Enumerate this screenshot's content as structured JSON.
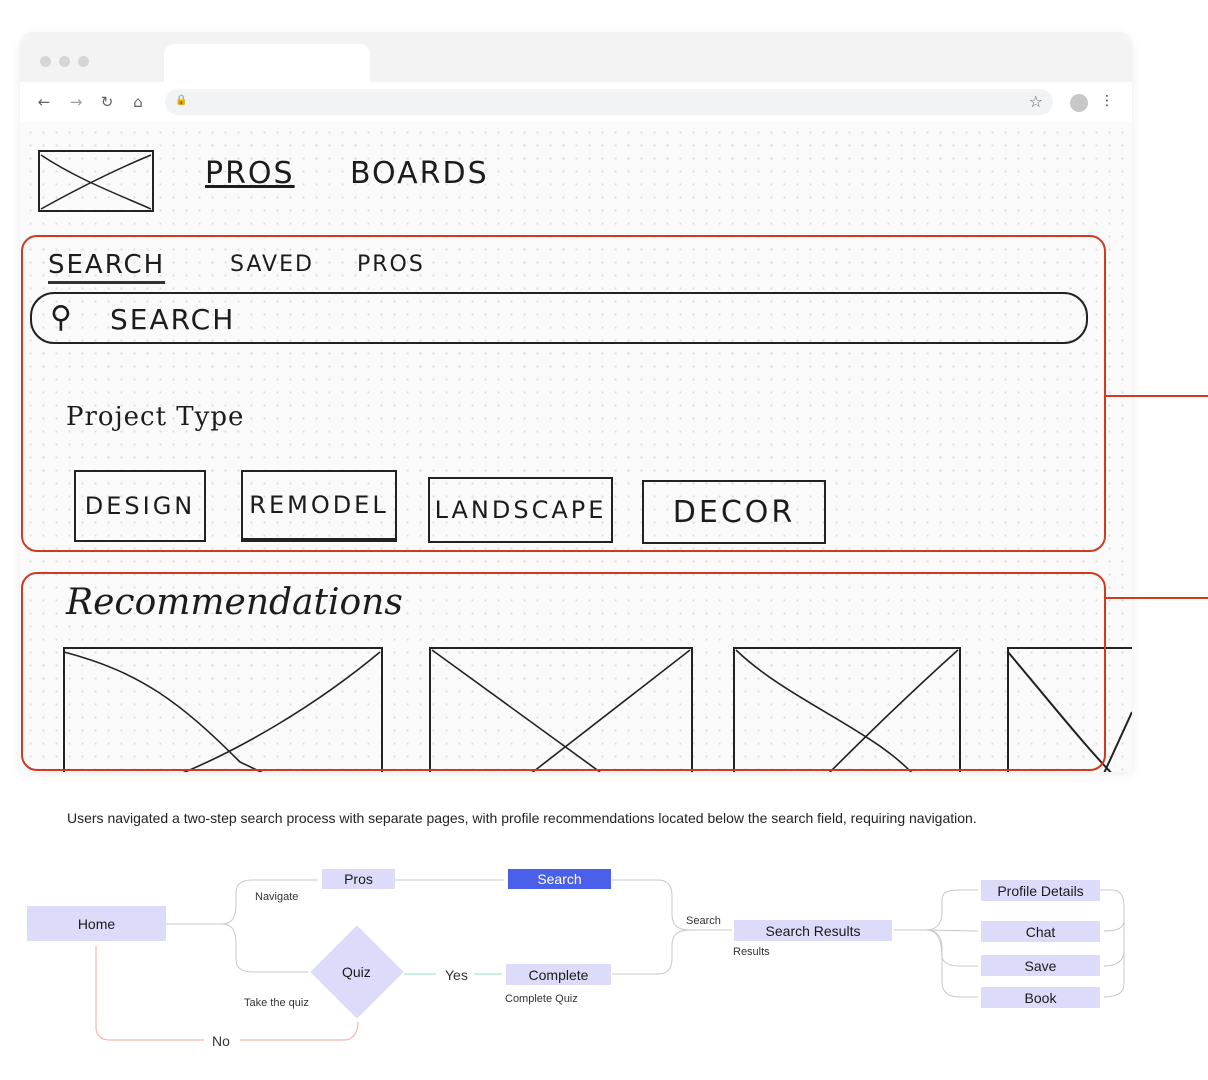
{
  "browser": {
    "icons": [
      "back-icon",
      "forward-icon",
      "reload-icon",
      "home-icon",
      "lock-icon",
      "star-icon",
      "avatar",
      "kebab-menu-icon"
    ]
  },
  "sketch": {
    "nav": {
      "pros": "PROS",
      "boards": "BOARDS"
    },
    "tabs": {
      "search": "SEARCH",
      "saved": "SAVED",
      "pros": "PROS"
    },
    "search_placeholder": "SEARCH",
    "project_type_label": "Project Type",
    "chips": [
      "DESIGN",
      "REMODEL",
      "LANDSCAPE",
      "DECOR"
    ],
    "recommendations_title": "Recommendations"
  },
  "caption": "Users navigated a two-step search process with separate pages, with profile recommendations  located below the search field, requiring navigation.",
  "flow": {
    "home": "Home",
    "pros": "Pros",
    "search": "Search",
    "quiz": "Quiz",
    "complete": "Complete",
    "search_results": "Search Results",
    "profile_details": "Profile Details",
    "chat": "Chat",
    "save": "Save",
    "book": "Book",
    "labels": {
      "navigate": "Navigate",
      "take_quiz": "Take the quiz",
      "yes": "Yes",
      "no": "No",
      "complete_quiz": "Complete Quiz",
      "search": "Search",
      "results": "Results"
    }
  },
  "colors": {
    "accent": "#4a60e8",
    "node": "#dcdcfa",
    "annotation_red": "#d13a1e",
    "no_path": "#f2b8a8",
    "yes_path": "#a8e6c8"
  }
}
